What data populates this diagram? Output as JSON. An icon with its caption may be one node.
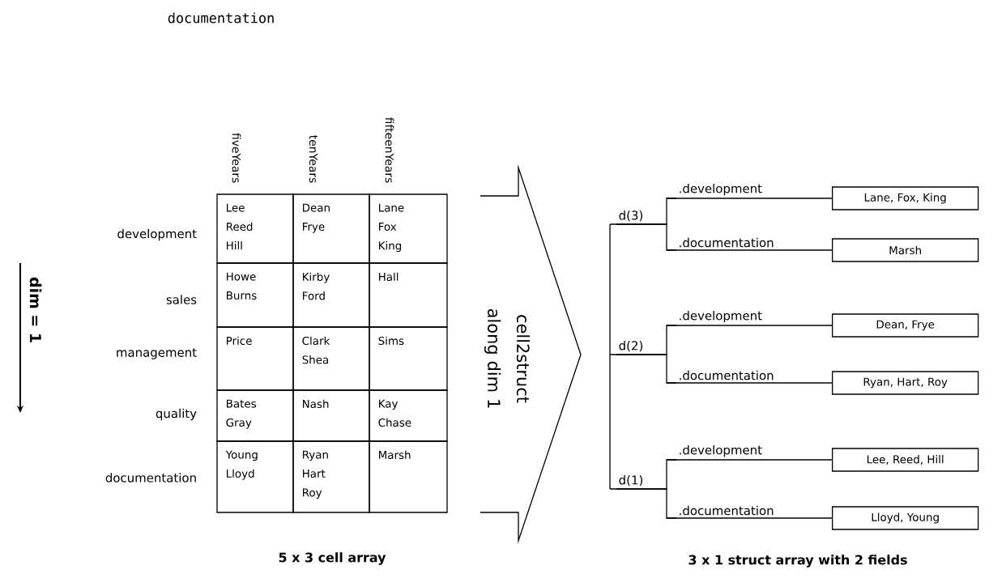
{
  "diagram": {
    "nodes": [
      {
        "text": [
          "d(3)"
        ]
      },
      {
        "text": [
          ".development"
        ]
      },
      {
        "text": [
          "Lane, Fox, King"
        ]
      },
      {
        "text": [
          ".documentation"
        ]
      },
      {
        "text": [
          "Marsh"
        ]
      },
      {
        "text": [
          "d(2)"
        ]
      },
      {
        "text": [
          ".development"
        ]
      },
      {
        "text": [
          "Dean, Frye"
        ]
      },
      {
        "text": [
          ".documentation"
        ]
      },
      {
        "text": [
          "Ryan, Hart, Roy"
        ]
      },
      {
        "text": [
          "d(1)"
        ]
      },
      {
        "text": [
          ".development"
        ]
      },
      {
        "text": [
          "Lee, Reed, Hill"
        ]
      },
      {
        "text": [
          ".documentation"
        ]
      },
      {
        "text": [
          "Lloyd, Young"
        ]
      }
    ],
    "edges": [
      {
        "from": 0,
        "to": 1,
        "arrow": "none"
      },
      {
        "from": 0,
        "to": 3,
        "arrow": "none"
      },
      {
        "from": 1,
        "to": 2,
        "arrow": "none"
      },
      {
        "from": 3,
        "to": 4,
        "arrow": "none"
      },
      {
        "from": 5,
        "to": 6,
        "arrow": "none"
      },
      {
        "from": 5,
        "to": 8,
        "arrow": "none"
      },
      {
        "from": 6,
        "to": 7,
        "arrow": "none"
      },
      {
        "from": 8,
        "to": 9,
        "arrow": "none"
      },
      {
        "from": 10,
        "to": 11,
        "arrow": "none"
      },
      {
        "from": 10,
        "to": 13,
        "arrow": "none"
      },
      {
        "from": 11,
        "to": 12,
        "arrow": "none"
      },
      {
        "from": 13,
        "to": 14,
        "arrow": "none"
      }
    ],
    "labels": [
      "documentation",
      "fiveYears",
      "tenYears",
      "fifteenYears",
      "development",
      "Lee Reed Hill",
      "Dean Frye",
      "Lane Fox King",
      "sales",
      "Howe Burns",
      "Kirby Ford",
      "Hall",
      "management",
      "Price",
      "Clark Shea",
      "Sims",
      "quality",
      "Bates Gray",
      "Nash",
      "Kay Chase",
      "documentation",
      "Young Lloyd",
      "Ryan Hart Roy",
      "Marsh",
      "dim = 1",
      "cell2struct along dim 1",
      "5 x 3 cell array",
      "3 x 1 struct array with 2 fields"
    ]
  }
}
